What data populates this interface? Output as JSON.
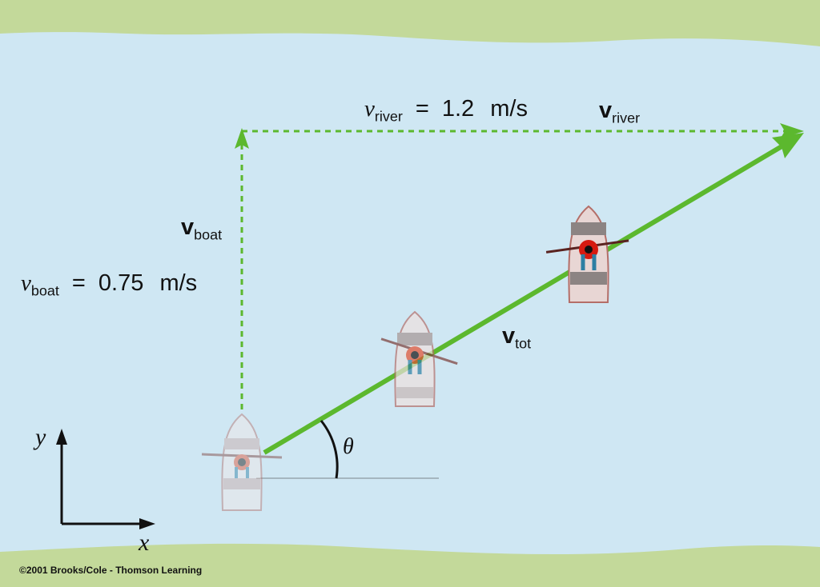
{
  "labels": {
    "v_river_eq": {
      "var": "v",
      "sub": "river",
      "equals": "=",
      "value": "1.2",
      "unit": "m/s"
    },
    "v_river_vec": {
      "var": "v",
      "sub": "river"
    },
    "v_boat_vec": {
      "var": "v",
      "sub": "boat"
    },
    "v_boat_eq": {
      "var": "v",
      "sub": "boat",
      "equals": "=",
      "value": "0.75",
      "unit": "m/s"
    },
    "v_tot_vec": {
      "var": "v",
      "sub": "tot"
    },
    "angle": "θ",
    "axis_x": "x",
    "axis_y": "y"
  },
  "credit": "©2001 Brooks/Cole - Thomson Learning",
  "colors": {
    "water": "#cfe7f3",
    "bank": "#c3d99a",
    "vector": "#5cb82e",
    "boat_faded": "#ead2cf",
    "boat_mid": "#d9b6b1",
    "boat_full": "#c99893"
  }
}
